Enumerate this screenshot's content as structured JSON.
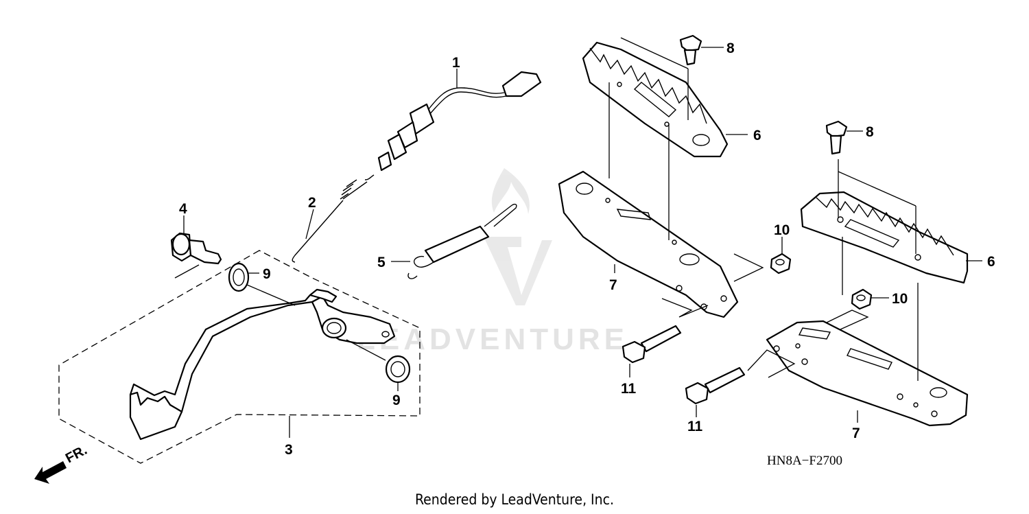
{
  "diagram": {
    "code": "HN8A−F2700",
    "credit": "Rendered by LeadVenture, Inc.",
    "watermark": "LEADVENTURE",
    "direction_label": "FR.",
    "callouts": {
      "c1": "1",
      "c2": "2",
      "c3": "3",
      "c4": "4",
      "c5": "5",
      "c6a": "6",
      "c6b": "6",
      "c7a": "7",
      "c7b": "7",
      "c8a": "8",
      "c8b": "8",
      "c9a": "9",
      "c9b": "9",
      "c10a": "10",
      "c10b": "10",
      "c11a": "11",
      "c11b": "11"
    }
  }
}
